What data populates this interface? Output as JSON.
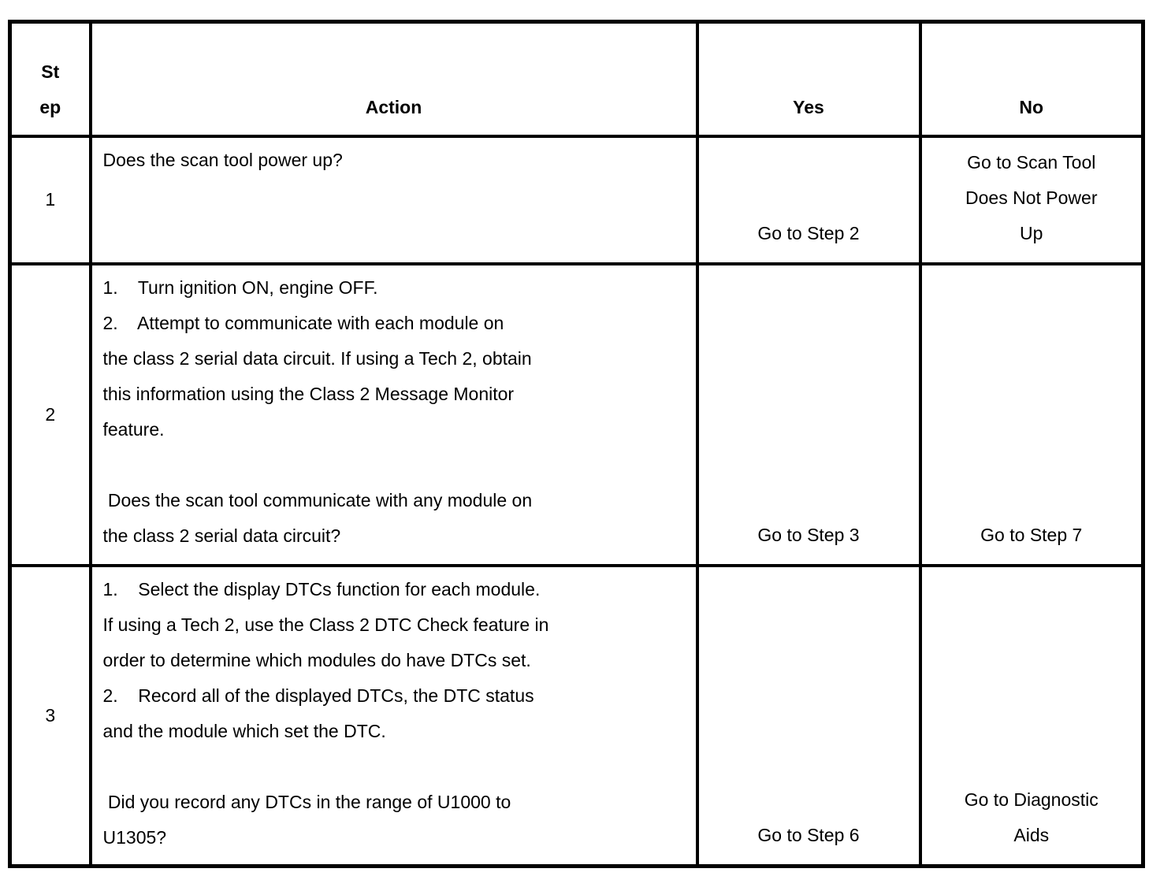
{
  "colors": {
    "text": "#000000",
    "background": "#ffffff",
    "border": "#000000"
  },
  "table": {
    "headers": {
      "step": "St\nep",
      "action": "Action",
      "yes": "Yes",
      "no": "No"
    },
    "rows": [
      {
        "step": "1",
        "action": "Does the scan tool power up?",
        "yes": "Go to Step 2",
        "no": "Go to Scan Tool\nDoes Not Power\nUp"
      },
      {
        "step": "2",
        "action": "1.    Turn ignition ON, engine OFF.\n2.    Attempt to communicate with each module on\nthe class 2 serial data circuit. If using a Tech 2, obtain\nthis information using the Class 2 Message Monitor\nfeature.\n\n Does the scan tool communicate with any module on\nthe class 2 serial data circuit?",
        "yes": "Go to Step 3",
        "no": "Go to Step 7"
      },
      {
        "step": "3",
        "action": "1.    Select the display DTCs function for each module.\nIf using a Tech 2, use the Class 2 DTC Check feature in\norder to determine which modules do have DTCs set.\n2.    Record all of the displayed DTCs, the DTC status\nand the module which set the DTC.\n\n Did you record any DTCs in the range of U1000 to\nU1305?",
        "yes": "Go to Step 6",
        "no": "Go to Diagnostic\nAids"
      }
    ]
  }
}
